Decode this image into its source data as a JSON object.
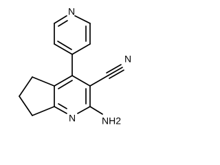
{
  "molecule": {
    "atoms": {
      "pyridine_n": "N",
      "nitrile_n": "N",
      "ring_n": "N",
      "amino": "NH2"
    }
  }
}
